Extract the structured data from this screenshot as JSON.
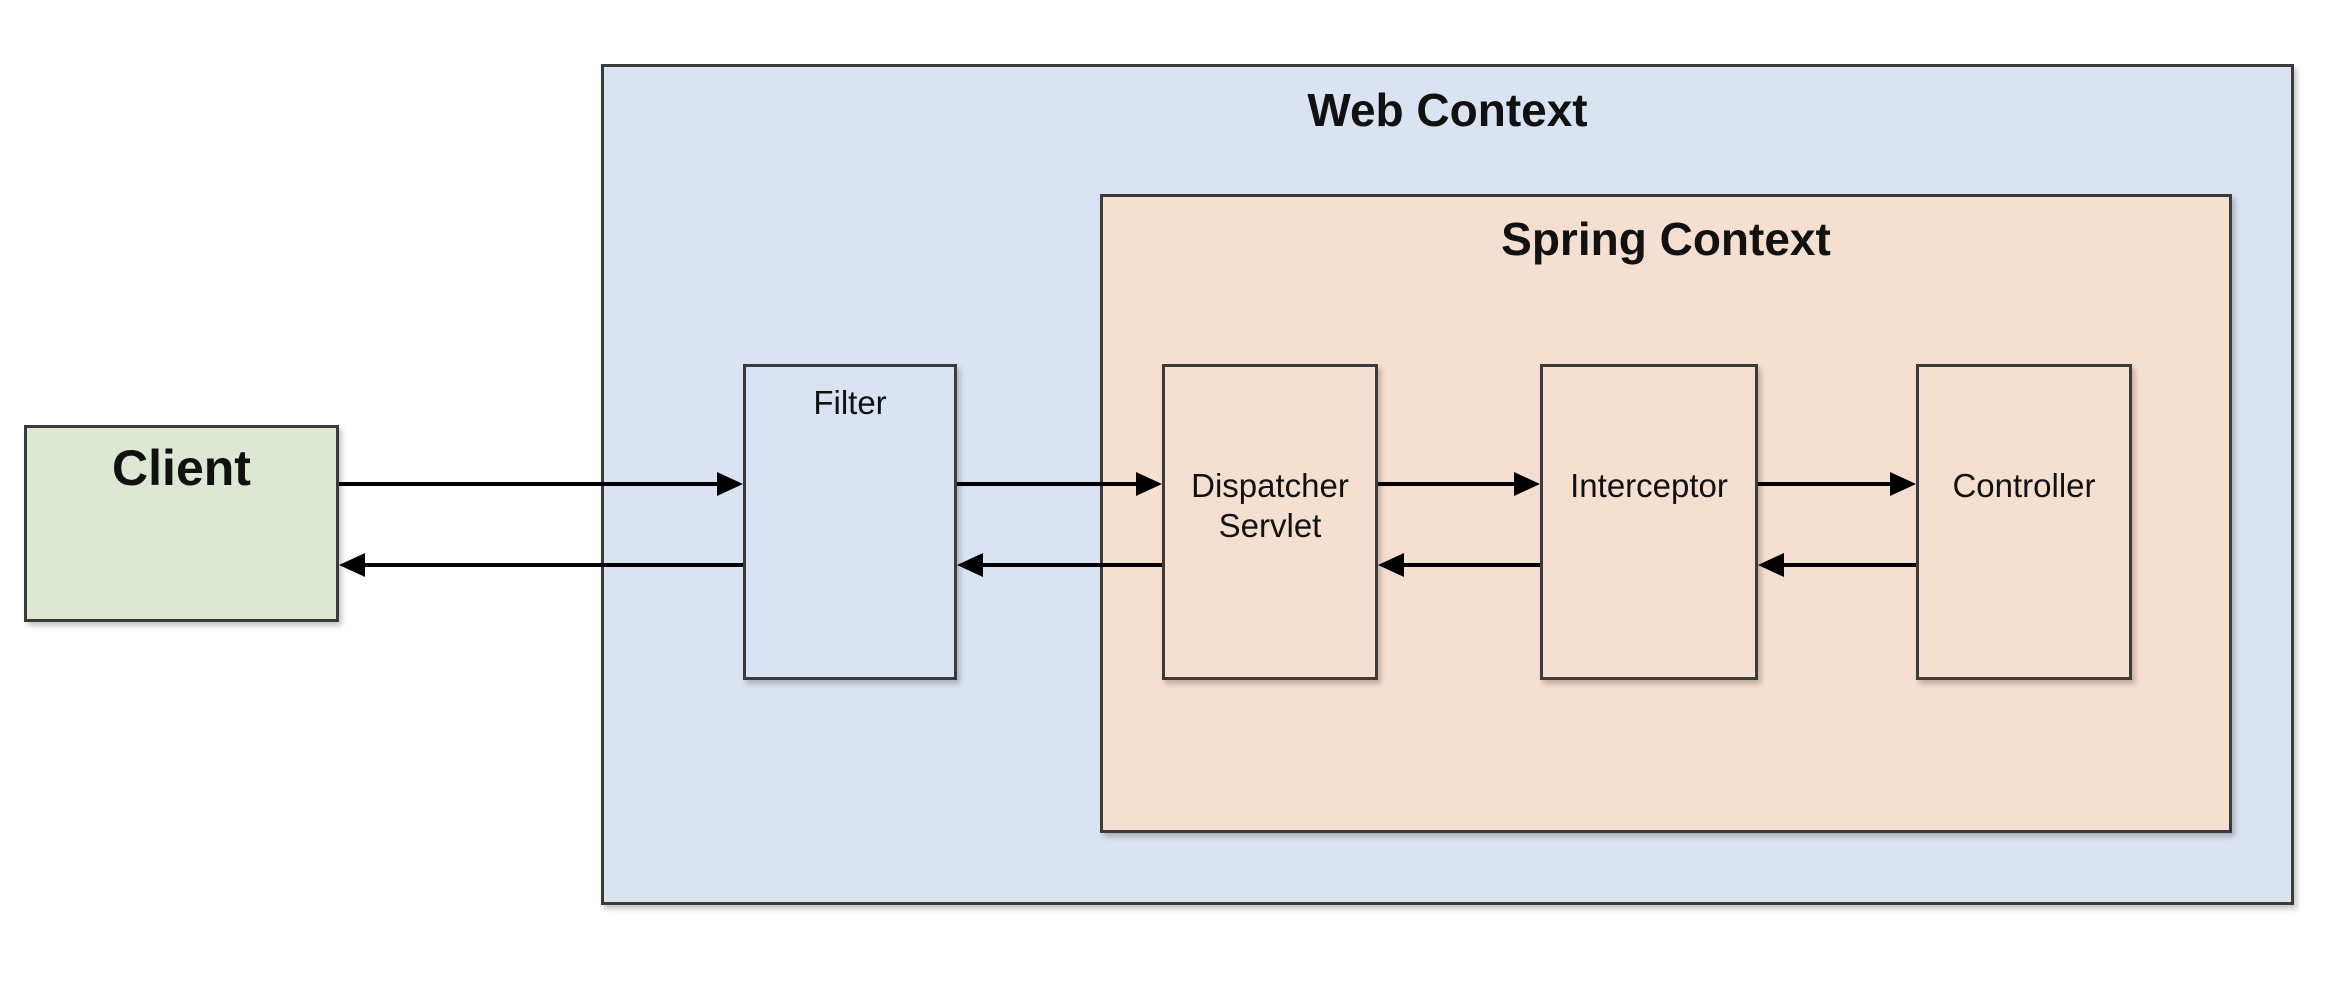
{
  "containers": {
    "web_context": {
      "label": "Web Context",
      "fill": "#dae3f1",
      "border": "#3b3b3b"
    },
    "spring_context": {
      "label": "Spring Context",
      "fill": "#f5dfd0",
      "border": "#3b3b3b"
    }
  },
  "nodes": {
    "client": {
      "label": "Client",
      "fill": "#dce8d3",
      "border": "#3b3b3b",
      "parent": null
    },
    "filter": {
      "label": "Filter",
      "fill": "#dae3f1",
      "border": "#3b3b3b",
      "parent": "web_context"
    },
    "dispatcher_servlet": {
      "label": "Dispatcher Servlet",
      "fill": "#f5dfd0",
      "border": "#3b3b3b",
      "parent": "spring_context"
    },
    "interceptor": {
      "label": "Interceptor",
      "fill": "#f5dfd0",
      "border": "#3b3b3b",
      "parent": "spring_context"
    },
    "controller": {
      "label": "Controller",
      "fill": "#f5dfd0",
      "border": "#3b3b3b",
      "parent": "spring_context"
    }
  },
  "edges": [
    {
      "from": "client",
      "to": "filter",
      "direction": "forward"
    },
    {
      "from": "filter",
      "to": "dispatcher_servlet",
      "direction": "forward"
    },
    {
      "from": "dispatcher_servlet",
      "to": "interceptor",
      "direction": "forward"
    },
    {
      "from": "interceptor",
      "to": "controller",
      "direction": "forward"
    },
    {
      "from": "filter",
      "to": "client",
      "direction": "return"
    },
    {
      "from": "dispatcher_servlet",
      "to": "filter",
      "direction": "return"
    },
    {
      "from": "interceptor",
      "to": "dispatcher_servlet",
      "direction": "return"
    },
    {
      "from": "controller",
      "to": "interceptor",
      "direction": "return"
    }
  ],
  "colors": {
    "arrow": "#000000",
    "background": "#ffffff",
    "text": "#111111"
  }
}
